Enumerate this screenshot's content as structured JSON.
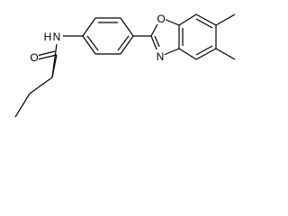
{
  "molecule": {
    "atoms": {
      "nitrogen_amide": "N",
      "hydrogen_amide": "H",
      "oxygen_carbonyl": "O",
      "oxygen_ring": "O",
      "nitrogen_ring": "N"
    }
  }
}
